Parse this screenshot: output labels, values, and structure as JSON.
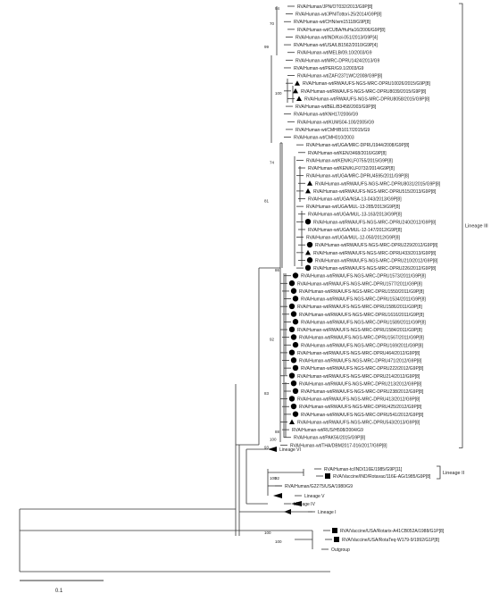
{
  "taxa": [
    {
      "label": "RVA/Human/JPN/OT032/2013/G9P[8]",
      "marker": "none"
    },
    {
      "label": "RVA/Human-wt/JPN/Tottori-25/2014/G9P[8]",
      "marker": "none"
    },
    {
      "label": "RVA/Human-wt/CHN/wm15118/G9P[8]",
      "marker": "none"
    },
    {
      "label": "RVA/Human-wt/CUBA/HuHa16/2006/G9P[8]",
      "marker": "none"
    },
    {
      "label": "RVA/Human-wt/IND/Kol-051/2013/G9P[4]",
      "marker": "none"
    },
    {
      "label": "RVA/Human-wt/USA/LB1562/2010/G9P[4]",
      "marker": "none"
    },
    {
      "label": "RVA/Human-wt/MELB/09.10/2003/G9",
      "marker": "none"
    },
    {
      "label": "RVA/Human-wt/MRC-DPRU1424/2013/G9",
      "marker": "none"
    },
    {
      "label": "RVA/Human-wt/PER/G9.1/2003/G9",
      "marker": "none"
    },
    {
      "label": "RVA/Human-wt/ZAF/2371WC/2008/G9P[8]",
      "marker": "none"
    },
    {
      "label": "RVA/Human-wt/RWA/UFS-NGS-MRC-DPRU10026/2015/G9P[8]",
      "marker": "triangle"
    },
    {
      "label": "RVA/Human-wt/RWA/UFS-NGS-MRC-DPRU8039/2015/G9P[8]",
      "marker": "triangle"
    },
    {
      "label": "RVA/Human-wt/RWA/UFS-NGS-MRC-DPRU8058/2015/G9P[8]",
      "marker": "triangle"
    },
    {
      "label": "RVA/Human-wt/BEL/B3458/2003/G9P[8]",
      "marker": "none"
    },
    {
      "label": "RVA/Human-wt/KNH17/2006/G9",
      "marker": "none"
    },
    {
      "label": "RVA/Human-wt/KUMS04-100/2005/G9",
      "marker": "none"
    },
    {
      "label": "RVA/Human-wt/CMH/B1017/2015/G9",
      "marker": "none"
    },
    {
      "label": "RVA/Human-wt/CMH010/2003",
      "marker": "none"
    },
    {
      "label": "RVA/Human-wt/UGA/MRC-DPRU1944/2008/G9P[8]",
      "marker": "none"
    },
    {
      "label": "RVA/Human-wt/KEN/3468/2016/G9P[8]",
      "marker": "none"
    },
    {
      "label": "RVA/Human-wt/KEN/KLF0755/2015/G9P[8]",
      "marker": "none"
    },
    {
      "label": "RVA/Human-wt/KEN/KLF0732/2014/G9P[8]",
      "marker": "none"
    },
    {
      "label": "RVA/Human-wt/UGA/MRC-DPRU4595/2011/G9P[8]",
      "marker": "none"
    },
    {
      "label": "RVA/Human-wt/RWA/UFS-NGS-MRC-DPRU8031/2015/G9P[8]",
      "marker": "triangle"
    },
    {
      "label": "RVA/Human-wt/RWA/UFS-NGS-MRC-DPRU515/2013/G9P[8]",
      "marker": "triangle"
    },
    {
      "label": "RVA/Human-wt/UGA/NSA-13-043/2013/G9P[8]",
      "marker": "none"
    },
    {
      "label": "RVA/Human-wt/UGA/MUL-13-285/2013/G9P[8]",
      "marker": "none"
    },
    {
      "label": "RVA/Human-wt/UGA/MUL-13-163/2013/G9P[8]",
      "marker": "none"
    },
    {
      "label": "RVA/Human-wt/RWA/UFS-NGS-MRC-DPRU240/2012/G9P[8]",
      "marker": "circle"
    },
    {
      "label": "RVA/Human-wt/UGA/MUL-12-147/2012/G9P[8]",
      "marker": "none"
    },
    {
      "label": "RVA/Human-wt/UGA/MUL-12-050/2012/G9P[8]",
      "marker": "none"
    },
    {
      "label": "RVA/Human-wt/RWA/UFS-NGS-MRC-DPRU229/2012/G9P[8]",
      "marker": "circle"
    },
    {
      "label": "RVA/Human-wt/RWA/UFS-NGS-MRC-DPRU433/2013/G9P[8]",
      "marker": "triangle"
    },
    {
      "label": "RVA/Human-wt/RWA/UFS-NGS-MRC-DPRU210/2012/G9P[8]",
      "marker": "circle"
    },
    {
      "label": "RVA/Human-wt/RWA/UFS-NGS-MRC-DPRU226/2012/G9P[8]",
      "marker": "circle"
    },
    {
      "label": "RVA/Human-wt/RWA/UFS-NGS-MRC-DPRU1573/2011/G9P[8]",
      "marker": "circle"
    },
    {
      "label": "RVA/Human-wt/RWA/UFS-NGS-MRC-DPRU1577/2011/G9P[8]",
      "marker": "circle"
    },
    {
      "label": "RVA/Human-wt/RWA/UFS-NGS-MRC-DPRU1550/2011/G9P[8]",
      "marker": "circle"
    },
    {
      "label": "RVA/Human-wt/RWA/UFS-NGS-MRC-DPRU1534/2011/G9P[8]",
      "marker": "circle"
    },
    {
      "label": "RVA/Human-wt/RWA/UFS-NGS-MRC-DPRU1586/2011/G9P[8]",
      "marker": "circle"
    },
    {
      "label": "RVA/Human-wt/RWA/UFS-NGS-MRC-DPRU1616/2011/G9P[8]",
      "marker": "circle"
    },
    {
      "label": "RVA/Human-wt/RWA/UFS-NGS-MRC-DPRU1589/2011/G9P[8]",
      "marker": "circle"
    },
    {
      "label": "RVA/Human-wt/RWA/UFS-NGS-MRC-DPRU1584/2011/G9P[8]",
      "marker": "circle"
    },
    {
      "label": "RVA/Human-wt/RWA/UFS-NGS-MRC-DPRU1567/2011/G9P[8]",
      "marker": "circle"
    },
    {
      "label": "RVA/Human-wt/RWA/UFS-NGS-MRC-DPRU169/2011/G9P[8]",
      "marker": "circle"
    },
    {
      "label": "RVA/Human-wt/RWA/UFS-NGS-MRC-DPRU464/2012/G9P[8]",
      "marker": "circle"
    },
    {
      "label": "RVA/Human-wt/RWA/UFS-NGS-MRC-DPRU471/2012/G9P[8]",
      "marker": "circle"
    },
    {
      "label": "RVA/Human-wt/RWA/UFS-NGS-MRC-DPRU222/2012/G9P[8]",
      "marker": "circle"
    },
    {
      "label": "RVA/Human-wt/RWA/UFS-NGS-MRC-DPRU214/2012/G9P[8]",
      "marker": "circle"
    },
    {
      "label": "RVA/Human-wt/RWA/UFS-NGS-MRC-DPRU213/2012/G9P[8]",
      "marker": "circle"
    },
    {
      "label": "RVA/Human-wt/RWA/UFS-NGS-MRC-DPRU238/2012/G9P[8]",
      "marker": "circle"
    },
    {
      "label": "RVA/Human-wt/RWA/UFS-NGS-MRC-DPRU413/2012/G9P[8]",
      "marker": "circle"
    },
    {
      "label": "RVA/Human-wt/RWA/UFS-NGS-MRC-DPRU425/2012/G9P[8]",
      "marker": "circle"
    },
    {
      "label": "RVA/Human-wt/RWA/UFS-NGS-MRC-DPRU541/2012/G9P[8]",
      "marker": "circle"
    },
    {
      "label": "RVA/Human-wt/RWA/UFS-NGS-MRC-DPRU543/2013/G9P[8]",
      "marker": "triangle"
    },
    {
      "label": "RVA/Human-wt/RUS/H508/2004/G9",
      "marker": "none"
    },
    {
      "label": "RVA/Human-wt/PAK56/2015/G9P[8]",
      "marker": "none"
    },
    {
      "label": "RVA/Human-wt/THA/DBM2017-016/2017/G9P[8]",
      "marker": "none"
    },
    {
      "label": "Lineage VI",
      "marker": "none"
    },
    {
      "label": "RVA/Human-tc/IND/116E/1985/G9P[11]",
      "marker": "none"
    },
    {
      "label": "RVA/Vaccine/IND/Rotavac/116E-AG/1985/G9P[8]",
      "marker": "square"
    },
    {
      "label": "RVA/Human/G2275/USA/1980/G9",
      "marker": "none"
    },
    {
      "label": "Lineage V",
      "marker": "none"
    },
    {
      "label": "Lineage IV",
      "marker": "none"
    },
    {
      "label": "Lineage I",
      "marker": "none"
    },
    {
      "label": "RVA/Vaccine/USA/Rotarix-A41CB052A/1988/G1P[8]",
      "marker": "square"
    },
    {
      "label": "RVA/Vaccine/USA/RotaTeq-W179-9/1992/G1P[8]",
      "marker": "square"
    },
    {
      "label": "Outgroup",
      "marker": "none"
    }
  ],
  "bootstrap": [
    {
      "value": "94",
      "near_taxon": 0
    },
    {
      "value": "70",
      "near_taxon": 2
    },
    {
      "value": "99",
      "near_taxon": 5
    },
    {
      "value": "100",
      "near_taxon": 11
    },
    {
      "value": "74",
      "near_taxon": 20
    },
    {
      "value": "81",
      "near_taxon": 25
    },
    {
      "value": "86",
      "near_taxon": 34
    },
    {
      "value": "92",
      "near_taxon": 43
    },
    {
      "value": "83",
      "near_taxon": 50
    },
    {
      "value": "88",
      "near_taxon": 55
    },
    {
      "value": "100",
      "near_taxon": 56
    },
    {
      "value": "93",
      "near_taxon": 57
    },
    {
      "value": "82",
      "near_taxon": 60
    },
    {
      "value": "100",
      "near_taxon": 60
    },
    {
      "value": "100",
      "near_taxon": 65
    },
    {
      "value": "100",
      "near_taxon": 66
    }
  ],
  "lineage_brackets": [
    {
      "label": "Lineage III",
      "from_taxon": 0,
      "to_taxon": 57
    },
    {
      "label": "Lineage II",
      "from_taxon": 59,
      "to_taxon": 60
    }
  ],
  "scale_bar": {
    "label": "0.1"
  }
}
